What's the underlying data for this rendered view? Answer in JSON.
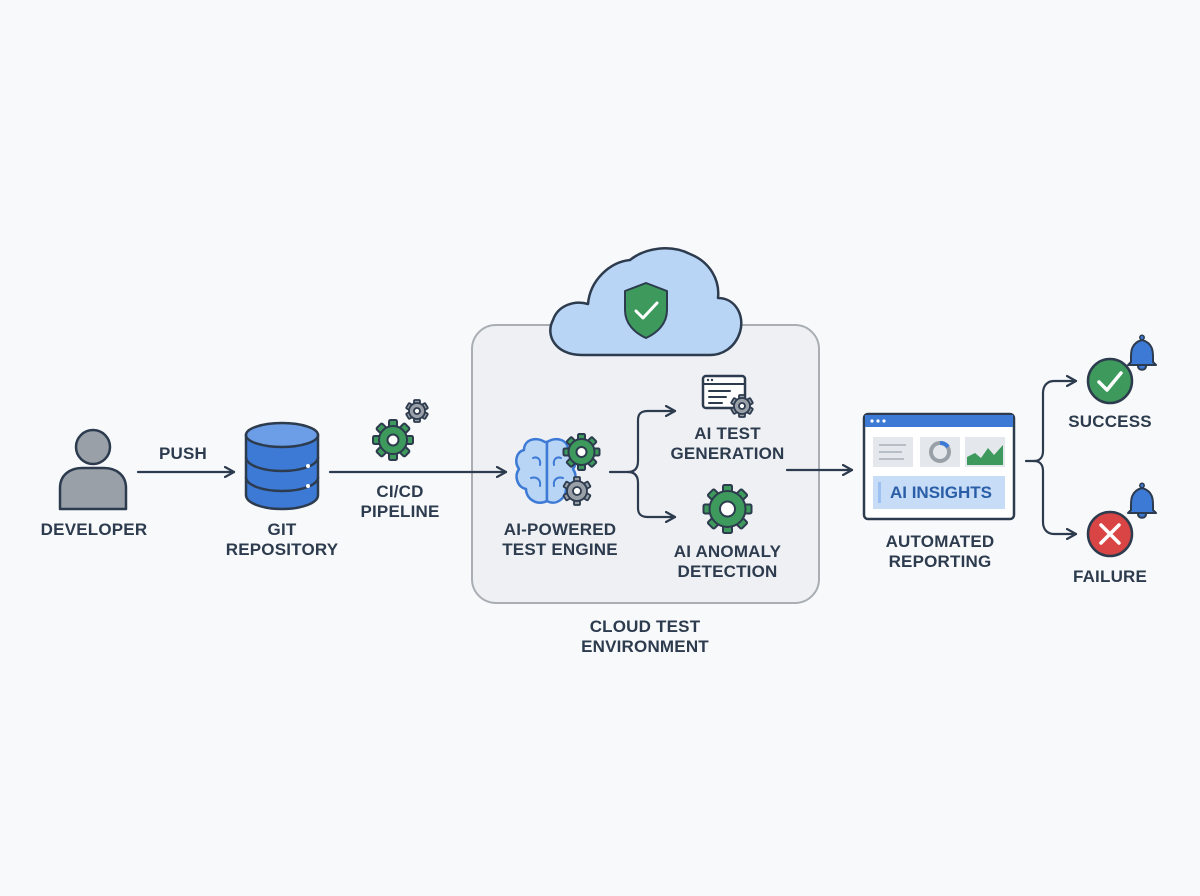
{
  "nodes": {
    "developer": {
      "label": "DEVELOPER"
    },
    "repository": {
      "line1": "GIT",
      "line2": "REPOSITORY"
    },
    "pipeline": {
      "line1": "CI/CD",
      "line2": "PIPELINE"
    },
    "engine": {
      "line1": "AI-POWERED",
      "line2": "TEST ENGINE"
    },
    "generation": {
      "line1": "AI TEST",
      "line2": "GENERATION"
    },
    "anomaly": {
      "line1": "AI ANOMALY",
      "line2": "DETECTION"
    },
    "cloud_env": {
      "line1": "CLOUD TEST",
      "line2": "ENVIRONMENT"
    },
    "reporting": {
      "line1": "AUTOMATED",
      "line2": "REPORTING",
      "dashboard_label": "AI INSIGHTS"
    },
    "success": {
      "label": "SUCCESS"
    },
    "failure": {
      "label": "FAILURE"
    }
  },
  "edges": {
    "push": {
      "label": "PUSH"
    }
  },
  "colors": {
    "line": "#2d3b4e",
    "blue": "#3d7ad6",
    "light_blue": "#b9d5f5",
    "green": "#3d9a5c",
    "red": "#d94545",
    "gray": "#9aa0a8",
    "panel": "#eef0f3"
  },
  "icons": [
    "user-icon",
    "database-icon",
    "gears-icon",
    "brain-icon",
    "code-window-icon",
    "gear-icon",
    "cloud-shield-icon",
    "dashboard-icon",
    "check-circle-icon",
    "x-circle-icon",
    "bell-icon"
  ]
}
